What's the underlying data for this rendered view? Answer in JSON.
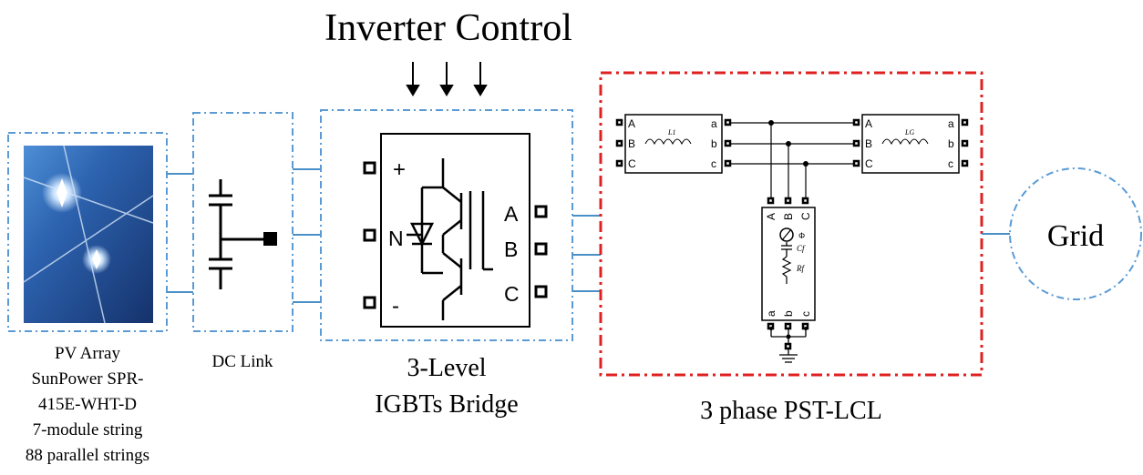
{
  "title": "Inverter Control",
  "pv_array": {
    "caption_lines": [
      "PV Array",
      "SunPower SPR-",
      "415E-WHT-D",
      "7-module string",
      "88 parallel strings"
    ]
  },
  "dc_link": {
    "caption": "DC Link"
  },
  "bridge": {
    "caption_lines": [
      "3-Level",
      "IGBTs Bridge"
    ],
    "port_plus": "+",
    "port_n": "N",
    "port_minus": "-",
    "out_a": "A",
    "out_b": "B",
    "out_c": "C"
  },
  "filter": {
    "caption": "3 phase PST-LCL",
    "inductor1": {
      "in": [
        "A",
        "B",
        "C"
      ],
      "out": [
        "a",
        "b",
        "c"
      ],
      "label": "L1"
    },
    "inductor2": {
      "in": [
        "A",
        "B",
        "C"
      ],
      "out": [
        "a",
        "b",
        "c"
      ],
      "label": "LG"
    },
    "rc_branch": {
      "top": [
        "A",
        "B",
        "C"
      ],
      "bottom": [
        "a",
        "b",
        "c"
      ],
      "phi": "Φ",
      "cap_label": "Cf",
      "res_label": "Rf"
    }
  },
  "grid": {
    "label": "Grid"
  },
  "colors": {
    "dashed_blue": "#5b9bd5",
    "wire_blue": "#4a90c8",
    "red_border": "#e02020",
    "black": "#000000",
    "pv_dark": "#1b3d78",
    "pv_light": "#6aa8e6"
  }
}
